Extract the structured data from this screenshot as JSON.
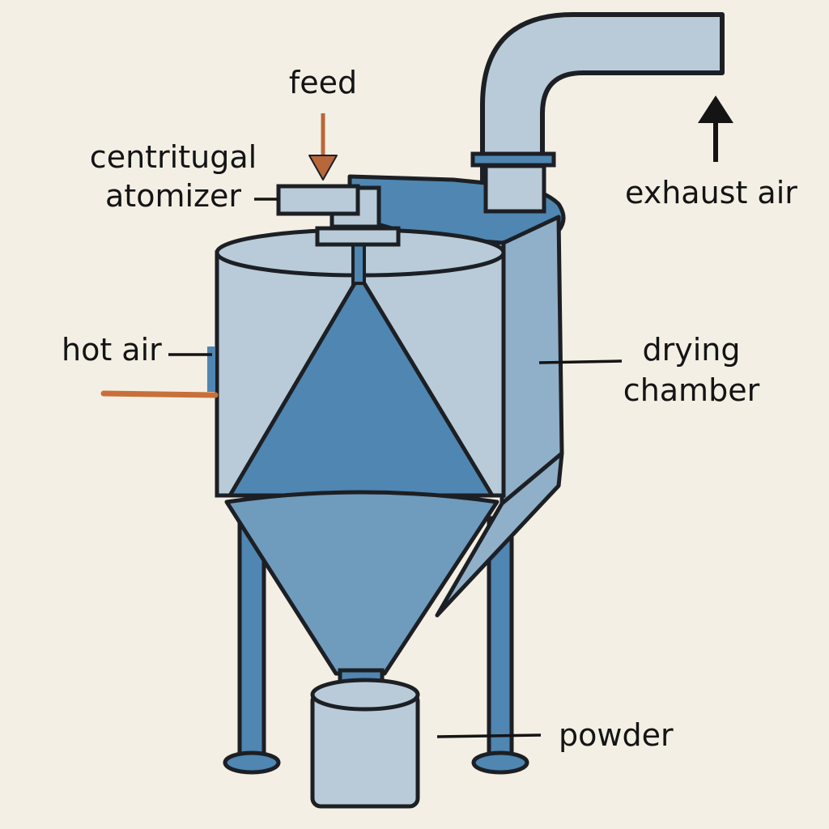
{
  "labels": {
    "feed": "feed",
    "atomizer_line1": "centritugal",
    "atomizer_line2": "atomizer",
    "exhaust_air": "exhaust air",
    "hot_air": "hot air",
    "drying_line1": "drying",
    "drying_line2": "chamber",
    "powder": "powder"
  },
  "colors": {
    "background": "#f4efe4",
    "light_steel": "#b9cbd8",
    "mid_steel": "#8fb0c8",
    "deep_blue": "#4f86b2",
    "cone_blue": "#6f9bbd",
    "outline": "#1c1f24",
    "feed_arrow": "#b8673a",
    "hot_air_pipe": "#c8703a",
    "exhaust_arrow": "#141414"
  }
}
